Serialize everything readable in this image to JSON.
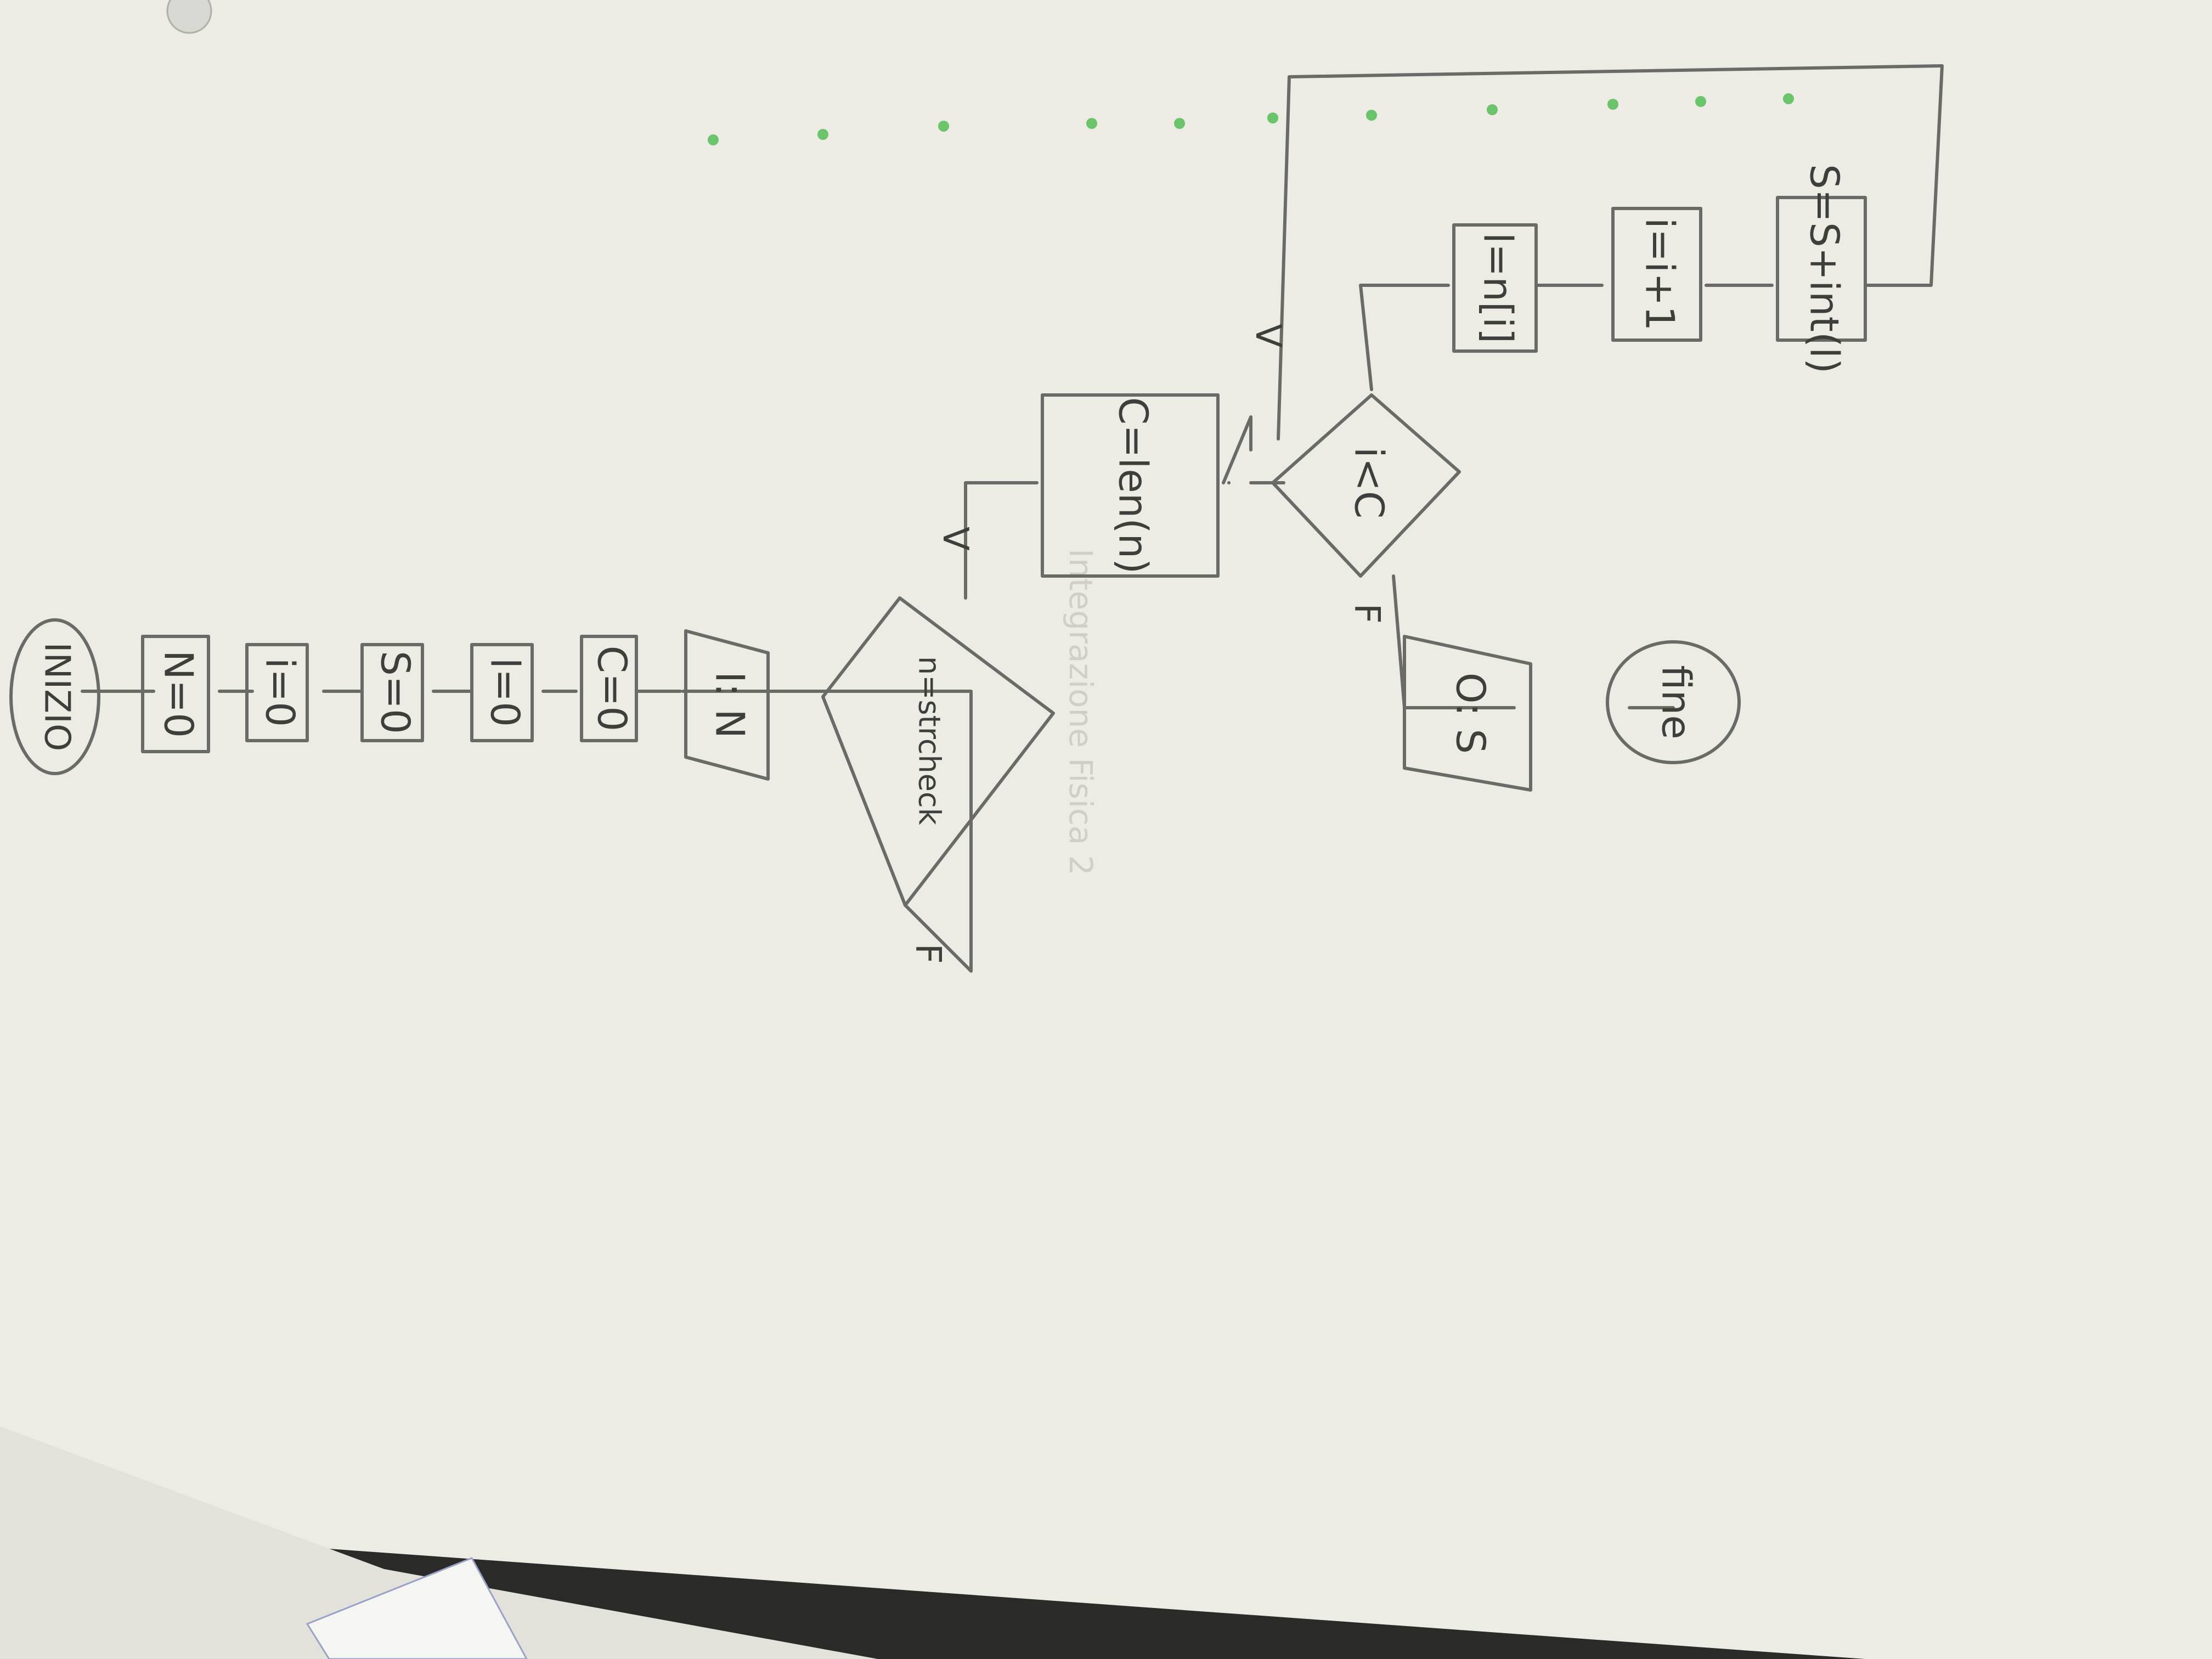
{
  "colors": {
    "paper": "#ecebe4",
    "ink": "#3e3e3a",
    "accent_dots": "#6ac46a",
    "table": "#2a2a28"
  },
  "page_title_show_through": "Integrazione Fisica 2",
  "flowchart": {
    "start": "INIZIO",
    "init_n": "N=0",
    "init_i": "i=0",
    "init_s": "S=0",
    "init_l": "l=0",
    "init_c": "C=0",
    "input": "I: N",
    "check": "n=strcheck",
    "check_false": "F",
    "check_true": "V",
    "len": "C=len(n)",
    "loop_cond": "i<C",
    "loop_false": "F",
    "loop_true": "V",
    "output": "O: S",
    "end": "fine",
    "step1": "l=n[i]",
    "step2": "i=i+1",
    "step3": "S=S+int(l)"
  }
}
